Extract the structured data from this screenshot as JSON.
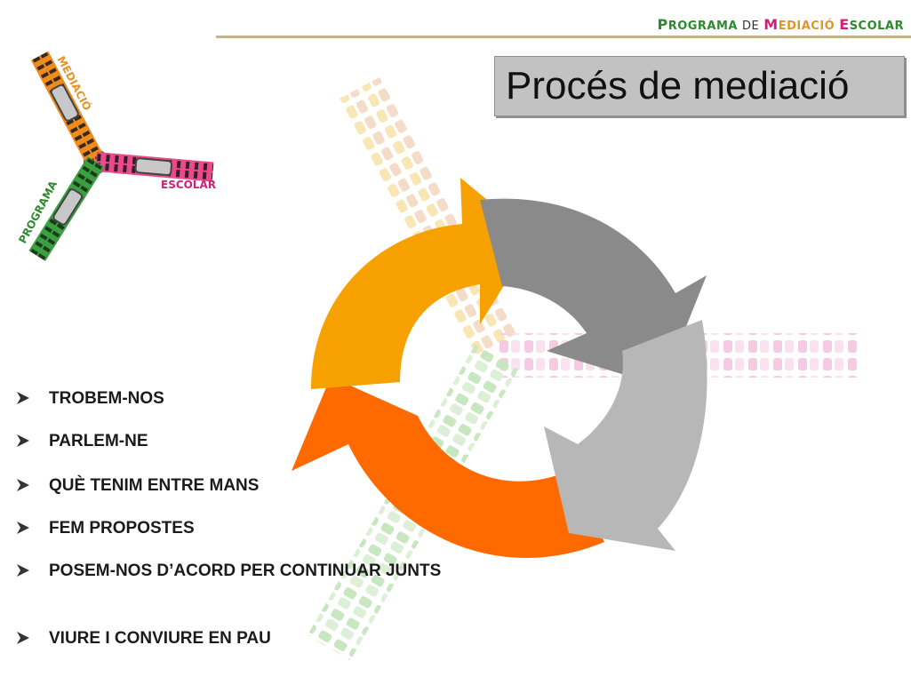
{
  "brand": {
    "program_initial": "P",
    "program_rest": "ROGRAMA",
    "de": "DE",
    "mediacio_initial": "M",
    "mediacio_rest": "EDIACIÓ",
    "escolar_initial": "E",
    "escolar_rest": "SCOLAR"
  },
  "logo": {
    "mediacio": "MEDIACIÓ",
    "escolar": "ESCOLAR",
    "programa": "PROGRAMA"
  },
  "title": "Procés de mediació",
  "steps": [
    "TROBEM-NOS",
    "PARLEM-NE",
    "QUÈ TENIM ENTRE MANS",
    "FEM PROPOSTES",
    "POSEM-NOS D’ACORD PER CONTINUAR JUNTS",
    "VIURE I CONVIURE EN PAU"
  ],
  "colors": {
    "arrow_orange": "#f7a100",
    "arrow_dark_orange": "#ff6a00",
    "arrow_gray": "#8a8a8a",
    "arrow_light_gray": "#b7b7b7",
    "zip_green": "#2e8a2e",
    "zip_pink": "#d1207a",
    "zip_orange": "#f08c1e"
  }
}
